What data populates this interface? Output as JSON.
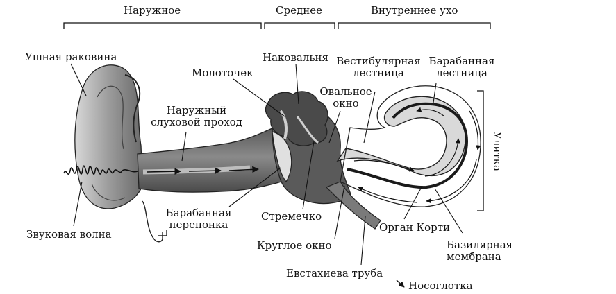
{
  "sections": {
    "outer": "Наружное",
    "middle": "Среднее",
    "inner": "Внутреннее ухо"
  },
  "labels": {
    "pinna": "Ушная раковина",
    "sound_wave": "Звуковая волна",
    "ear_canal_1": "Наружный",
    "ear_canal_2": "слуховой проход",
    "hammer": "Молоточек",
    "anvil": "Наковальня",
    "oval_window_1": "Овальное",
    "oval_window_2": "окно",
    "vestibular_1": "Вестибулярная",
    "vestibular_2": "лестница",
    "tympanic_scala_1": "Барабанная",
    "tympanic_scala_2": "лестница",
    "cochlea": "Улитка",
    "eardrum_1": "Барабанная",
    "eardrum_2": "перепонка",
    "stirrup": "Стремечко",
    "round_window": "Круглое окно",
    "organ_corti": "Орган Корти",
    "basilar_1": "Базилярная",
    "basilar_2": "мембрана",
    "eustachian": "Евстахиева труба",
    "nasopharynx": "Носоглотка"
  },
  "colors": {
    "ink": "#111111",
    "dark": "#3a3a3a",
    "mid": "#8c8c8c",
    "light": "#c9c9c9",
    "pale": "#e6e6e6"
  }
}
